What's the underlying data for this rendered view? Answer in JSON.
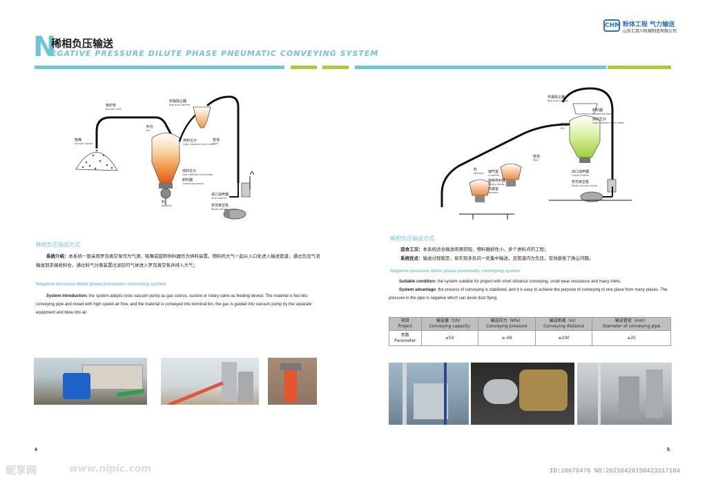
{
  "header": {
    "n_letter": "N",
    "title_cn": "稀相负压输送",
    "title_en": "EGATIVE PRESSURE DILUTE PHASE PNEUMATIC CONVEYING SYSTEM",
    "accent_color": "#6fc5d8",
    "bar_green": "#a5cd39"
  },
  "logo": {
    "mark": "CHM",
    "slogan": "粉体工程 气力输送",
    "company": "山东汇百川机械制造有限公司"
  },
  "left_diagram": {
    "labels": [
      {
        "cn": "吸嘴",
        "en": "Suction nozzle"
      },
      {
        "cn": "吸料管",
        "en": "Suction tube"
      },
      {
        "cn": "布袋除尘器",
        "en": "Bag dust catcher"
      },
      {
        "cn": "料仓",
        "en": "Bin"
      },
      {
        "cn": "高料位计",
        "en": "High material level meter"
      },
      {
        "cn": "管道",
        "en": "Pipe"
      },
      {
        "cn": "低料位计",
        "en": "Low material level meter"
      },
      {
        "cn": "卸料器",
        "en": "Unloading device"
      },
      {
        "cn": "料",
        "en": "Material"
      },
      {
        "cn": "进口消声器",
        "en": "Inlet silencer"
      },
      {
        "cn": "罗茨真空泵",
        "en": "Roots vacuum pump"
      }
    ]
  },
  "right_diagram": {
    "labels": [
      {
        "cn": "布袋除尘器",
        "en": "Bag dust catcher"
      },
      {
        "cn": "卸料器",
        "en": "Unloading device"
      },
      {
        "cn": "高料位计",
        "en": "High material level meter"
      },
      {
        "cn": "料仓",
        "en": "Bin"
      },
      {
        "cn": "管道",
        "en": "Pipe"
      },
      {
        "cn": "抽气室",
        "en": "Chamber"
      },
      {
        "cn": "旋转供料器",
        "en": "Rotary feeder"
      },
      {
        "cn": "料",
        "en": "Material"
      },
      {
        "cn": "加速室",
        "en": "Speeder"
      },
      {
        "cn": "出口消声器",
        "en": "Outlet muffler"
      },
      {
        "cn": "罗茨真空泵",
        "en": "Roots vacuum pump"
      }
    ]
  },
  "left_text": {
    "section_cn": "稀相负压输送方式",
    "intro_label": "系统介绍：",
    "intro_text": "本系统一般采用罗茨真空泵作为气源，吸嘴或旋转供料器作为供料装置，物料同大气一起从入口处进入输送管道，通过负压气流输送到末端收料仓，通过料气分离装置过滤后的气体进入罗茨真空泵并排入大气；",
    "section_en": "Negative pressure dilute phase pneumatic conveying system",
    "intro_en_label": "System introduction:",
    "intro_en_text": " the system adopts roots vacuum pump as gas source, suction or rotary valve as feeding device. The material is fed into conveying pipe and mixed with high speed air flow, and the material is conveyed into terminal bin, the gas is guided into vacuum pump by the separate equipment and blow into air."
  },
  "right_text": {
    "section_cn": "稀相负压输送方式",
    "cond_label": "适合工况：",
    "cond_text": "本系统适合输送距离较短、物料磨损性小、多个进料点的工程；",
    "adv_label": "系统优点：",
    "adv_text": "输送过程稳定，易实现多处向一处集中输送，且管道内为负压，有效避免了扬尘问题。",
    "section_en": "Negative pressure dilute phase pneumatic conveying system",
    "cond_en_label": "Suitable condition:",
    "cond_en_text": " the system suitable for project with short distance conveying, small wear resistance and many inlets.",
    "adv_en_label": "System advantage:",
    "adv_en_text": " the process of conveying is stabilized, and it is easy to achieve the purpose of conveying to one place from many places. The pressure in the pipe is negative which can avoid dust flying."
  },
  "table": {
    "headers": [
      {
        "cn": "项目",
        "en": "Project"
      },
      {
        "cn": "输送量（t/h）",
        "en": "Conveying capacity"
      },
      {
        "cn": "输送压力（kPa）",
        "en": "Conveying pressure"
      },
      {
        "cn": "输送距离（m）",
        "en": "Conveying distance"
      },
      {
        "cn": "输送管径（mm）",
        "en": "Diameter of conveying pipe"
      }
    ],
    "row": {
      "label_cn": "参数",
      "label_en": "Parameter",
      "values": [
        "≤50",
        "≥-49",
        "≤200",
        "≥25"
      ]
    }
  },
  "page_numbers": {
    "left": "4",
    "right": "5"
  },
  "watermark": {
    "brand": "昵享网",
    "url": "www.nipic.com",
    "id_text": "ID:10670476 NO:20210426150423217104"
  }
}
